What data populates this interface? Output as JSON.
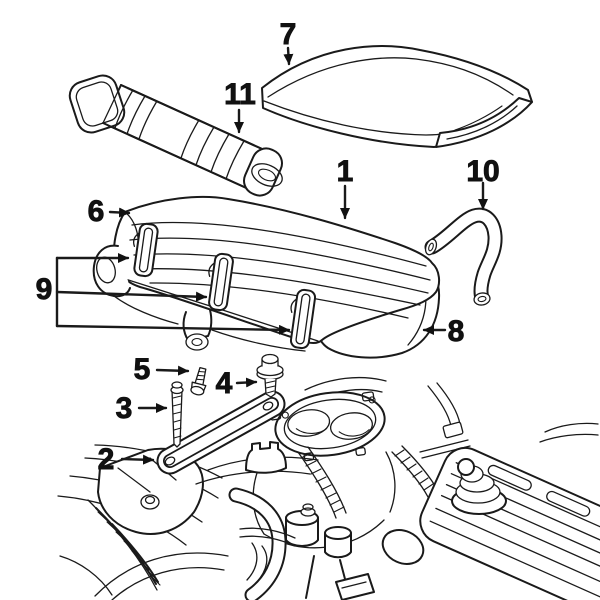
{
  "canvas": {
    "background": "#ffffff",
    "line_color": "#1a1a1a",
    "label_color": "#111111"
  },
  "callouts": [
    {
      "number": "1"
    },
    {
      "number": "2"
    },
    {
      "number": "3"
    },
    {
      "number": "4"
    },
    {
      "number": "5"
    },
    {
      "number": "6"
    },
    {
      "number": "7"
    },
    {
      "number": "8"
    },
    {
      "number": "9"
    },
    {
      "number": "10"
    },
    {
      "number": "11"
    }
  ]
}
